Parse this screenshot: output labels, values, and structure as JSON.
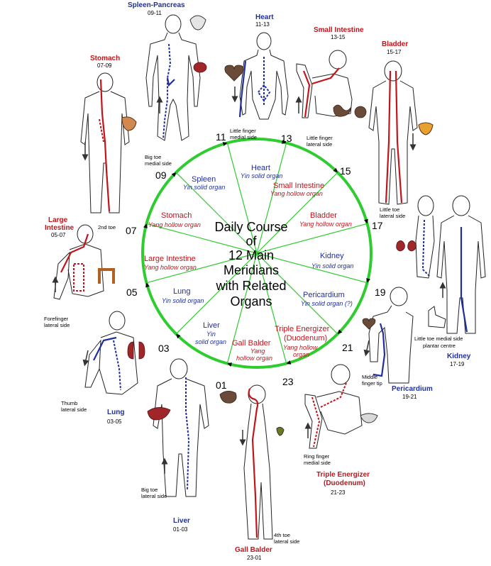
{
  "center": {
    "line1": "Daily Course",
    "line2": "of",
    "line3": "12 Main",
    "line4": "Meridians",
    "line5": "with Related",
    "line6": "Organs"
  },
  "hours": [
    "11",
    "13",
    "15",
    "17",
    "19",
    "21",
    "23",
    "01",
    "03",
    "05",
    "07",
    "09"
  ],
  "segments": [
    {
      "name": "Heart",
      "type": "Yin solid organ",
      "color": "blue"
    },
    {
      "name": "Small Intestine",
      "type": "Yang hollow organ",
      "color": "red"
    },
    {
      "name": "Bladder",
      "type": "Yang hollow organ",
      "color": "red"
    },
    {
      "name": "Kidney",
      "type": "Yin solid organ",
      "color": "blue"
    },
    {
      "name": "Pericardium",
      "type": "Yin solid organ (?)",
      "color": "blue"
    },
    {
      "name": "Triple Energizer (Duodenum)",
      "name_line1": "Triple Energizer",
      "name_line2": "(Duodenum)",
      "type_line1": "Yang hollow",
      "type_line2": "organ",
      "color": "red"
    },
    {
      "name": "Gall Balder",
      "type_line1": "Yang",
      "type_line2": "hollow organ",
      "color": "red"
    },
    {
      "name": "Liver",
      "type_line1": "Yin",
      "type_line2": "solid organ",
      "color": "blue"
    },
    {
      "name": "Lung",
      "type": "Yin solid organ",
      "color": "blue"
    },
    {
      "name": "Large Intestine",
      "type": "Yang hollow organ",
      "color": "red"
    },
    {
      "name": "Stomach",
      "type": "Yang hollow organ",
      "color": "red"
    },
    {
      "name": "Spleen",
      "type": "Yin solid organ",
      "color": "blue"
    }
  ],
  "figures": {
    "spleen_pancreas": {
      "title": "Spleen-Pancreas",
      "time": "09-11",
      "note_line1": "Big toe",
      "note_line2": "medial side"
    },
    "heart": {
      "title": "Heart",
      "time": "11-13",
      "note_line1": "Little finger",
      "note_line2": "medial side"
    },
    "small_intestine": {
      "title": "Small Intestine",
      "time": "13-15",
      "note_line1": "Little finger",
      "note_line2": "lateral side"
    },
    "bladder": {
      "title": "Bladder",
      "time": "15-17",
      "note_line1": "Little toe",
      "note_line2": "lateral side"
    },
    "kidney": {
      "title": "Kidney",
      "time": "17-19",
      "note_line1": "Little toe medial side",
      "note_line2": "plantar centre"
    },
    "pericardium": {
      "title": "Pericardium",
      "time": "19-21",
      "note_line1": "Middle",
      "note_line2": "finger tip"
    },
    "triple_energizer": {
      "title_line1": "Triple Energizer",
      "title_line2": "(Duodenum)",
      "time": "21-23",
      "note_line1": "Ring finger",
      "note_line2": "medial side"
    },
    "gall_bladder": {
      "title": "Gall Balder",
      "time": "23-01",
      "note_line1": "4th toe",
      "note_line2": "lateral side"
    },
    "liver": {
      "title": "Liver",
      "time": "01-03",
      "note_line1": "Big toe",
      "note_line2": "lateral side"
    },
    "lung": {
      "title": "Lung",
      "time": "03-05",
      "note_line1": "Thumb",
      "note_line2": "lateral side"
    },
    "large_intestine": {
      "title_line1": "Large",
      "title_line2": "Intestine",
      "time": "05-07",
      "note_line1": "Forefinger",
      "note_line2": "lateral side"
    },
    "stomach": {
      "title": "Stomach",
      "time": "07-09",
      "note_line1": "2nd toe"
    }
  },
  "colors": {
    "ring": "#2ecc2e",
    "yang": "#c0151b",
    "yin": "#1f2f9c"
  }
}
